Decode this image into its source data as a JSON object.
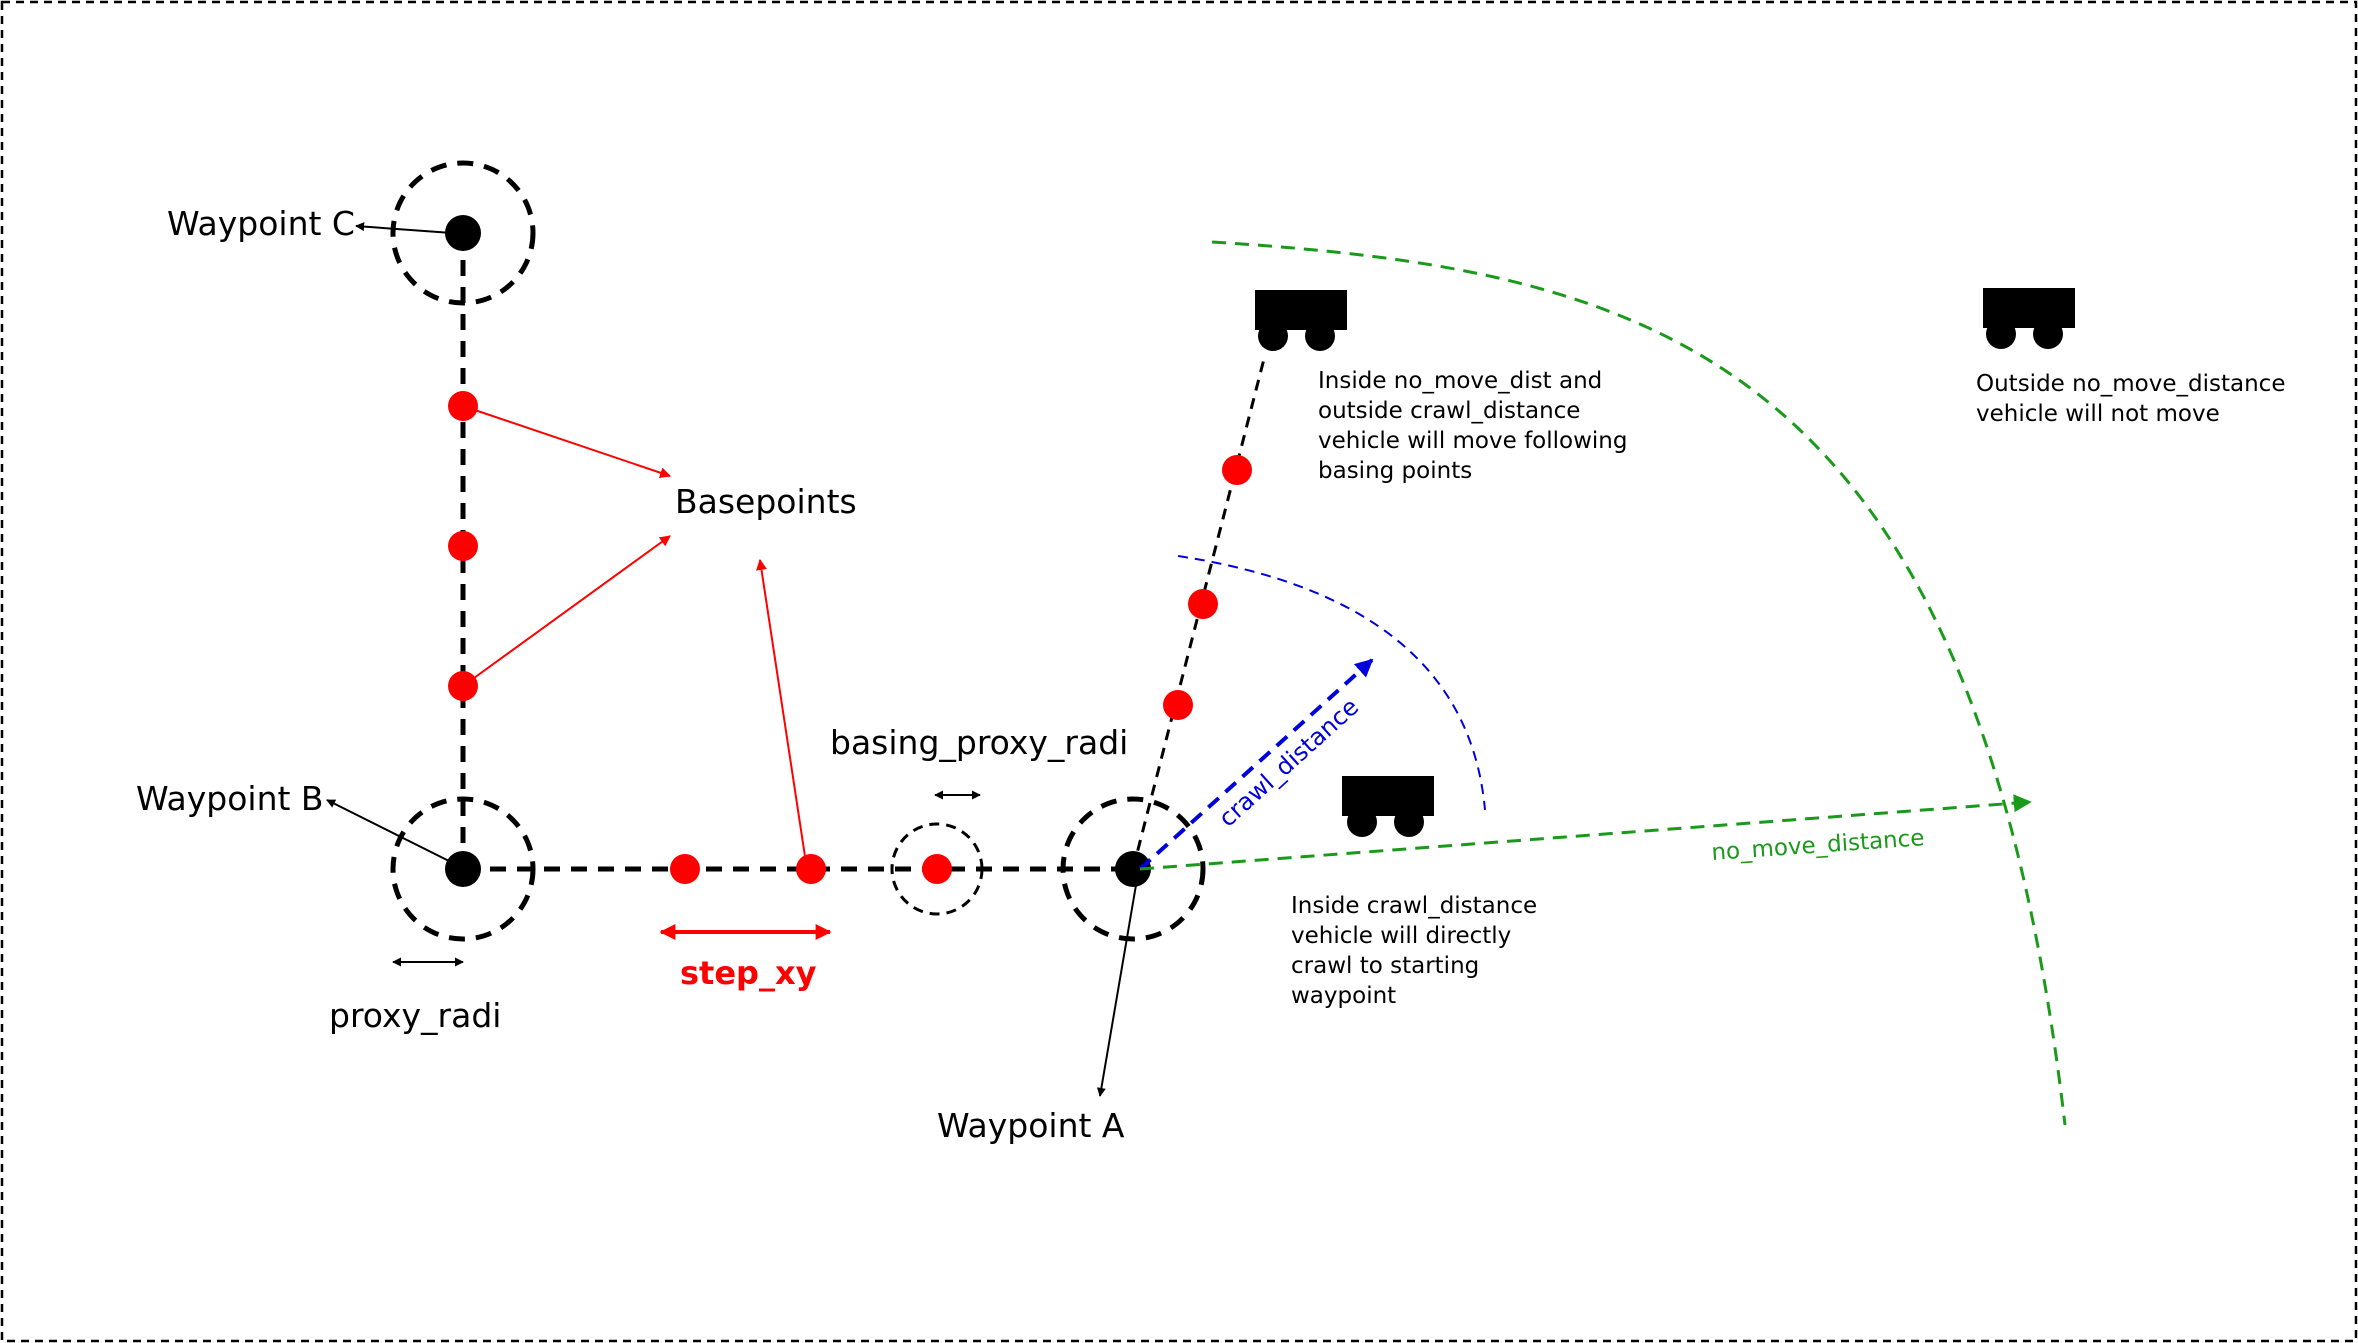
{
  "labels": {
    "waypoint_c": "Waypoint C",
    "waypoint_b": "Waypoint B",
    "waypoint_a": "Waypoint A",
    "basepoints": "Basepoints",
    "basing_proxy_radi": "basing_proxy_radi",
    "proxy_radi": "proxy_radi",
    "step_xy": "step_xy",
    "crawl_distance": "crawl_distance",
    "no_move_distance": "no_move_distance"
  },
  "notes": {
    "inside_no_move": [
      "Inside no_move_dist and",
      "outside crawl_distance",
      "vehicle will move following",
      "basing points"
    ],
    "outside_no_move": [
      "Outside no_move_distance",
      "vehicle will not move"
    ],
    "inside_crawl": [
      "Inside crawl_distance",
      "vehicle will directly",
      "crawl to starting",
      "waypoint"
    ]
  },
  "colors": {
    "waypoint": "#000000",
    "basepoint": "#ff0000",
    "crawl": "#0000dd",
    "no_move": "#1a9a1a",
    "vehicle": "#000000"
  }
}
